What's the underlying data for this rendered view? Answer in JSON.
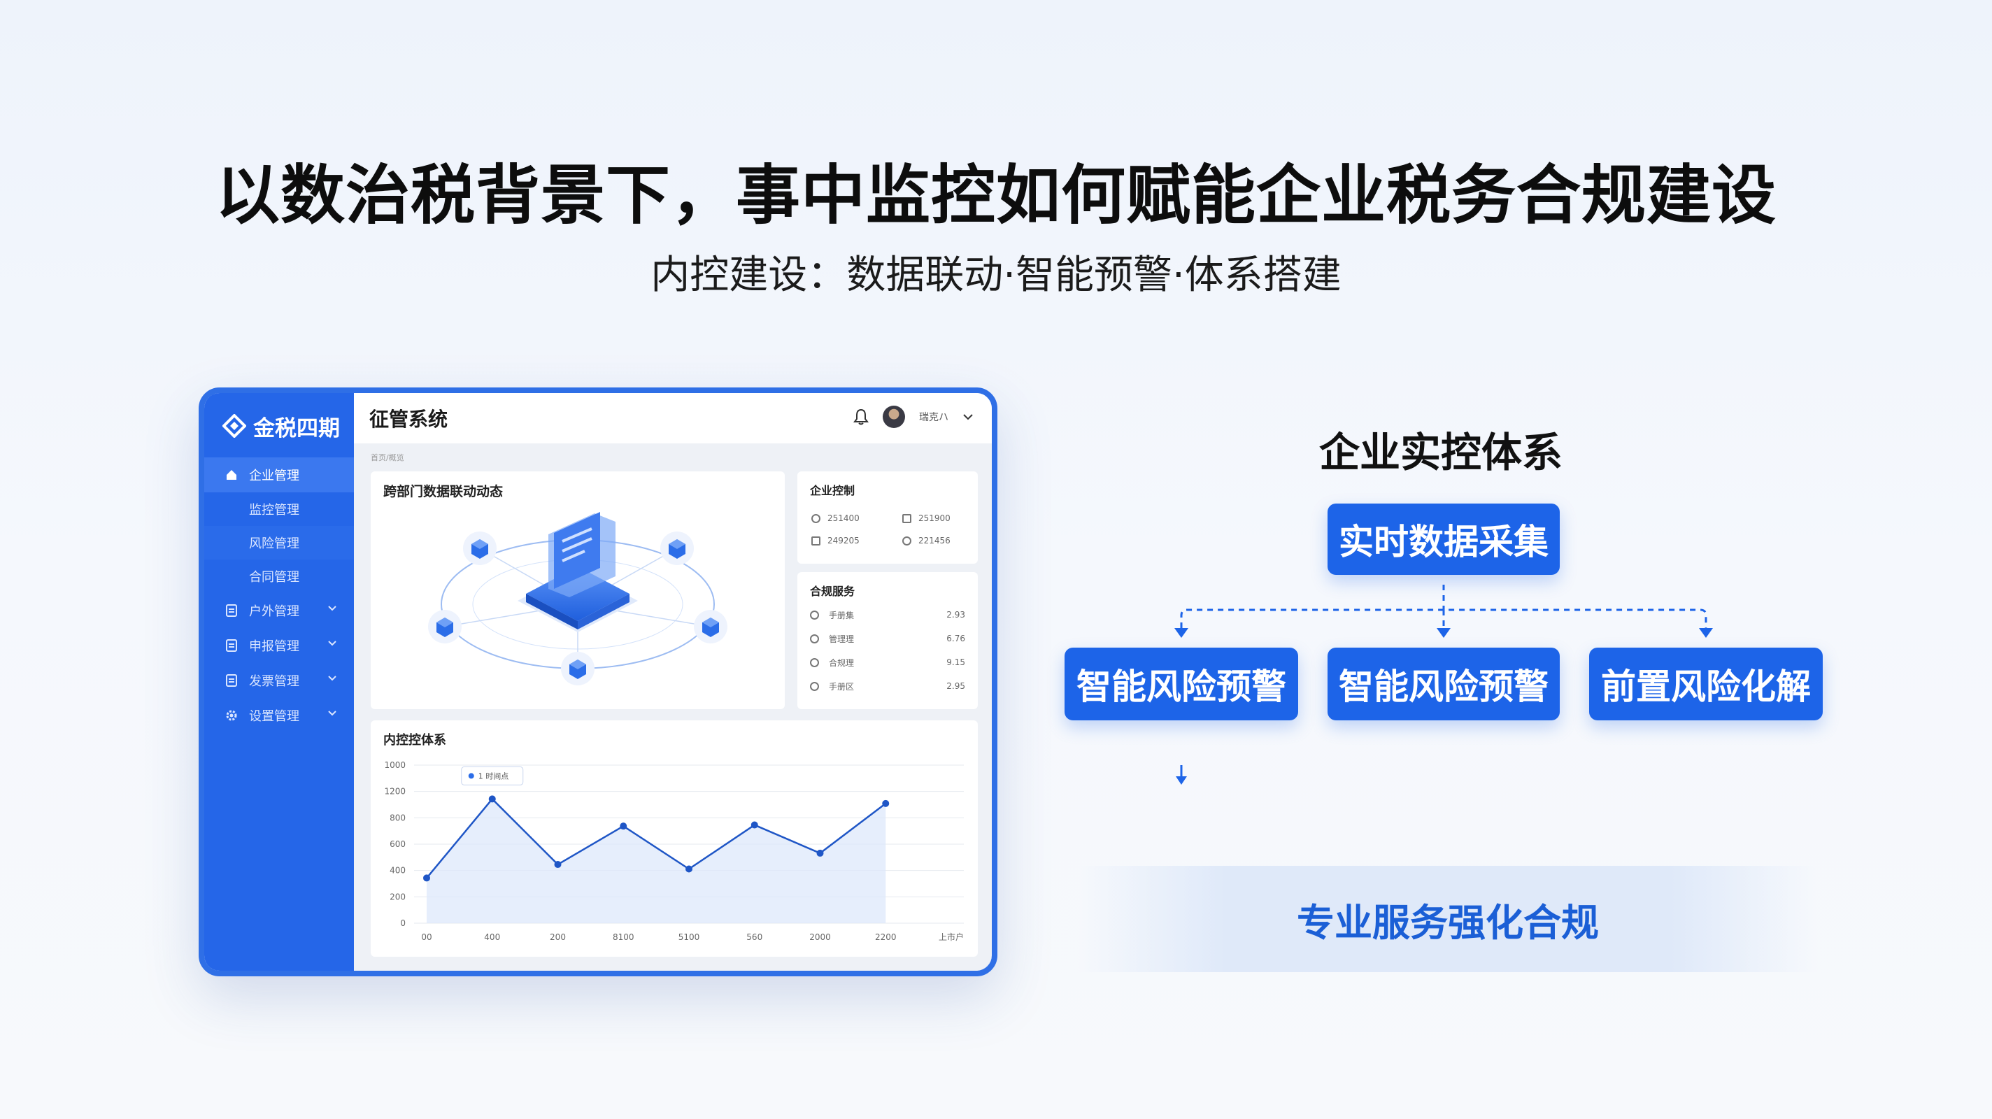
{
  "headline": "以数治税背景下，事中监控如何赋能企业税务合规建设",
  "subheadline": "内控建设：数据联动·智能预警·体系搭建",
  "dashboard": {
    "brand": "金税四期",
    "app_title": "征管系统",
    "user_name": "瑞克ハ",
    "breadcrumb": "首页/概览",
    "nav": [
      {
        "label": "企业管理",
        "icon": "home-icon",
        "active": true
      },
      {
        "label": "监控管理",
        "sub": true
      },
      {
        "label": "风险管理",
        "sub": true,
        "shade": true
      },
      {
        "label": "合同管理",
        "sub": true
      },
      {
        "label": "户外管理",
        "icon": "doc-icon",
        "chevron": true
      },
      {
        "label": "申报管理",
        "icon": "doc-icon",
        "chevron": true
      },
      {
        "label": "发票管理",
        "icon": "doc-icon",
        "chevron": true
      },
      {
        "label": "设置管理",
        "icon": "gear-icon",
        "chevron": true
      }
    ],
    "main_card_title": "跨部门数据联动动态",
    "control_card": {
      "title": "企业控制",
      "items": [
        "251400",
        "251900",
        "249205",
        "221456"
      ]
    },
    "service_card": {
      "title": "合规服务",
      "rows": [
        {
          "label": "手册集",
          "value": "2.93"
        },
        {
          "label": "管理理",
          "value": "6.76"
        },
        {
          "label": "合规理",
          "value": "9.15"
        },
        {
          "label": "手册区",
          "value": "2.95"
        }
      ]
    },
    "chart_card_title": "内控控体系",
    "tooltip": "1 时间点"
  },
  "chart_data": {
    "type": "area",
    "x": [
      "00",
      "400",
      "200",
      "8100",
      "5100",
      "560",
      "2000",
      "2200",
      "上市户"
    ],
    "y_ticks": [
      "1000",
      "1200",
      "800",
      "600",
      "400",
      "200",
      "0"
    ],
    "ylim": [
      0,
      1400
    ],
    "values": [
      400,
      1100,
      520,
      860,
      480,
      870,
      620,
      1060
    ]
  },
  "right_panel": {
    "title": "企业实控体系",
    "top_box": "实时数据采集",
    "boxes": [
      "智能风险预警",
      "智能风险预警",
      "前置风险化解"
    ],
    "band_text": "专业服务强化合规"
  },
  "colors": {
    "accent": "#1d64e8",
    "sidebar": "#2566e8",
    "frame_border": "#2f6fe6",
    "band_text": "#1b5fd6"
  }
}
